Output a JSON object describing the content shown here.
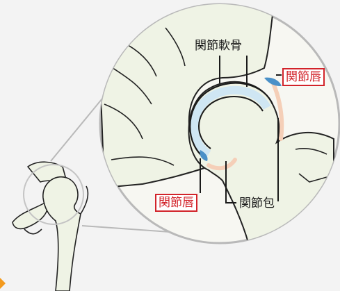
{
  "labels": {
    "cartilage": "関節軟骨",
    "labrum_upper": "関節唇",
    "labrum_lower": "関節唇",
    "capsule": "関節包"
  },
  "colors": {
    "background": "#f3f3f3",
    "bone_fill": "#eff3e5",
    "cartilage": "#cfe6f3",
    "labrum": "#4a90c8",
    "capsule": "#f5cfb8",
    "label_red": "#d2232a",
    "accent_arrow": "#f39a1e"
  }
}
